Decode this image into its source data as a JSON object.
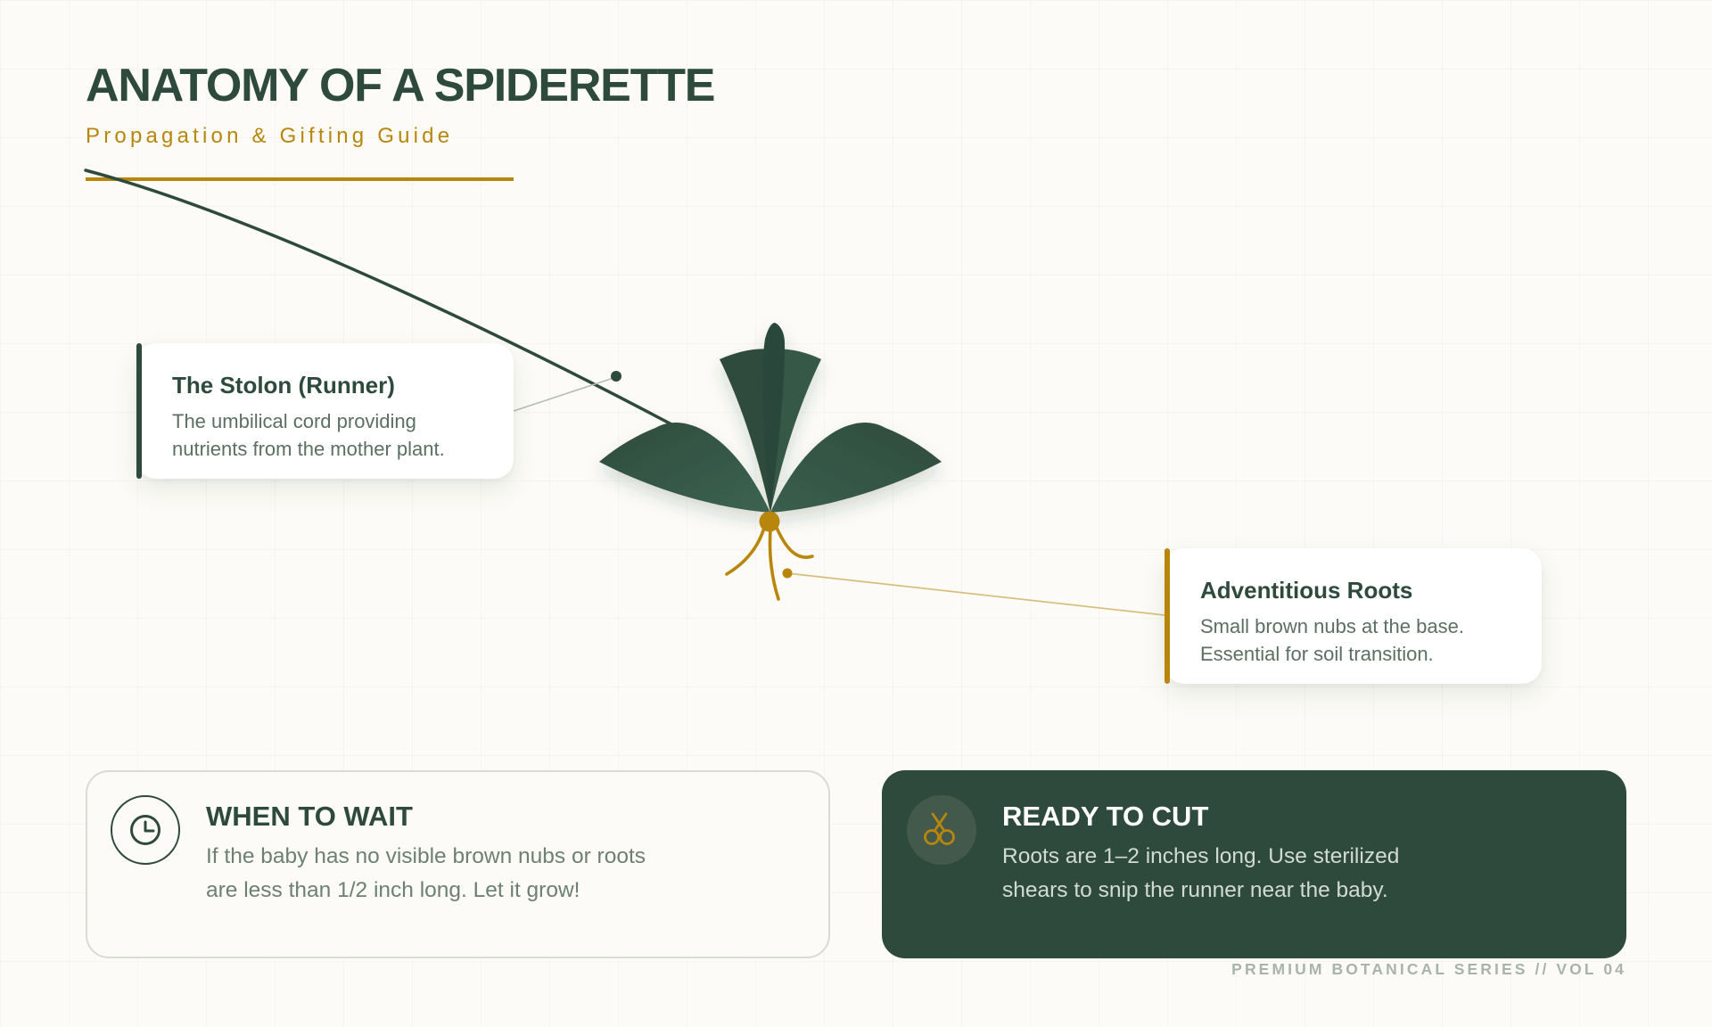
{
  "header": {
    "title": "ANATOMY OF A SPIDERETTE",
    "subtitle": "Propagation & Gifting Guide"
  },
  "colors": {
    "primary_green": "#2e4a3c",
    "accent_gold": "#b8860b",
    "background": "#fcfbf7",
    "muted_text": "#5c6f63"
  },
  "diagram": {
    "parts": [
      "stolon",
      "leaves",
      "crown",
      "adventitious-roots"
    ],
    "callouts": [
      {
        "id": "stolon",
        "title": "The Stolon (Runner)",
        "body": "The umbilical cord providing nutrients from the mother plant.",
        "accent": "#2e4a3c"
      },
      {
        "id": "roots",
        "title": "Adventitious Roots",
        "body": "Small brown nubs at the base. Essential for soil transition.",
        "accent": "#b8860b"
      }
    ]
  },
  "cards": {
    "wait": {
      "icon": "clock-icon",
      "title": "WHEN TO WAIT",
      "body": "If the baby has no visible brown nubs or roots are less than 1/2 inch long. Let it grow!"
    },
    "cut": {
      "icon": "scissors-icon",
      "title": "READY TO CUT",
      "body": "Roots are 1–2 inches long. Use sterilized shears to snip the runner near the baby."
    }
  },
  "footer": {
    "text": "PREMIUM BOTANICAL SERIES // VOL 04"
  }
}
